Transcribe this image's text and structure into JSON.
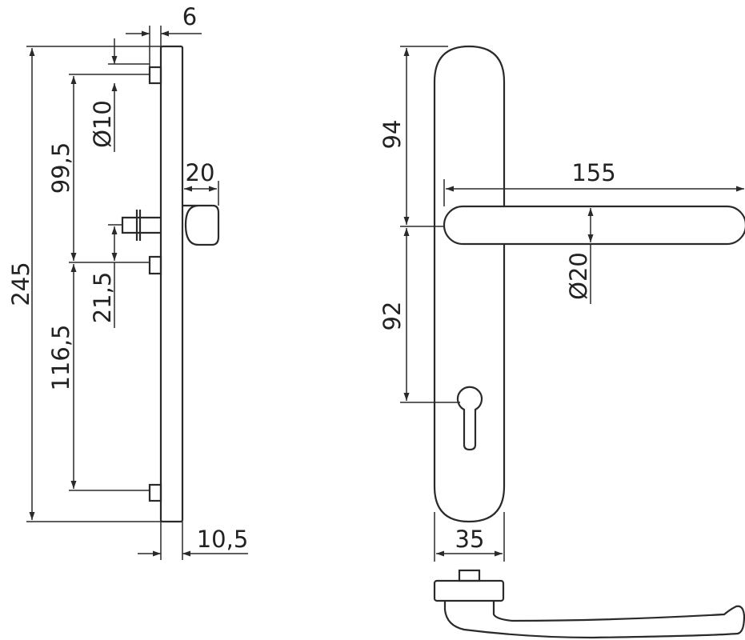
{
  "dimensions": {
    "side": {
      "height_total": "245",
      "upper_to_spindle": "99,5",
      "lower_from_spindle": "116,5",
      "pin_diameter": "Ø10",
      "spindle_offset": "21,5",
      "pin_depth": "6",
      "knob_projection": "20",
      "plate_thickness": "10,5"
    },
    "front": {
      "top_to_lever": "94",
      "lever_to_keyhole": "92",
      "lever_length": "155",
      "lever_diameter": "Ø20",
      "plate_width": "35"
    }
  },
  "colors": {
    "line": "#2a2a2a",
    "background": "#ffffff"
  }
}
